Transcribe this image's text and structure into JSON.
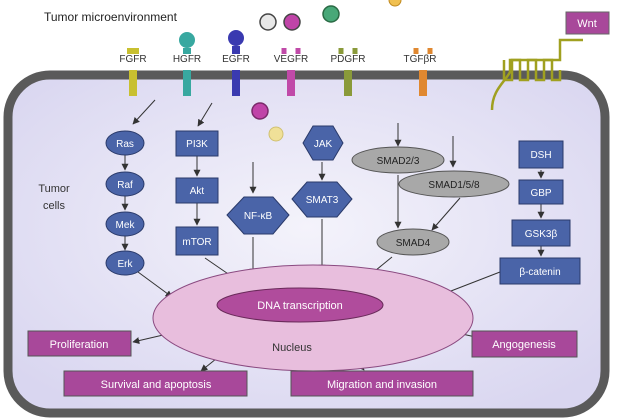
{
  "title": "Tumor microenvironment",
  "cell_label_line1": "Tumor",
  "cell_label_line2": "cells",
  "wnt": "Wnt",
  "receptors": {
    "fgfr": "FGFR",
    "hgfr": "HGFR",
    "egfr": "EGFR",
    "vegfr": "VEGFR",
    "pdgfr": "PDGFR",
    "tgfbr": "TGFβR"
  },
  "nodes": {
    "ras": "Ras",
    "raf": "Raf",
    "mek": "Mek",
    "erk": "Erk",
    "pi3k": "PI3K",
    "akt": "Akt",
    "mtor": "mTOR",
    "nfkb": "NF-κB",
    "jak": "JAK",
    "smat3": "SMAT3",
    "smad23": "SMAD2/3",
    "smad158": "SMAD1/5/8",
    "smad4": "SMAD4",
    "dsh": "DSH",
    "gbp": "GBP",
    "gsk3b": "GSK3β",
    "bcatenin": "β-catenin"
  },
  "dna_transcription": "DNA transcription",
  "nucleus": "Nucleus",
  "outcomes": {
    "proliferation": "Proliferation",
    "angiogenesis": "Angogenesis",
    "survival": "Survival and apoptosis",
    "migration": "Migration and invasion"
  },
  "colors": {
    "cell_fill": "#e4e2f5",
    "membrane": "#555555",
    "node_blue": "#4a64a8",
    "node_grey": "#a8a8a8",
    "outcome": "#a8489a",
    "nucleus": "#e8bedd",
    "dna": "#b04c9c"
  }
}
